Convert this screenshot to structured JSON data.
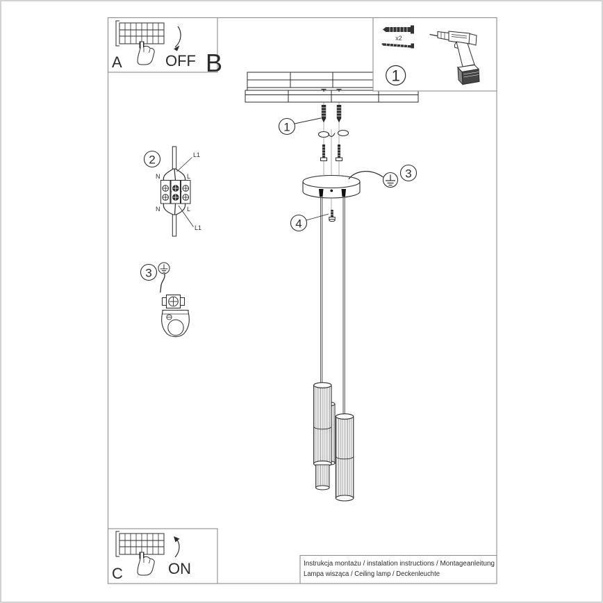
{
  "sheet": {
    "letters": {
      "a": "A",
      "b": "B",
      "c": "C"
    },
    "switch_off": "OFF",
    "switch_on": "ON",
    "parts": {
      "callout": "1",
      "qty": "x2"
    },
    "callouts": {
      "c1": "1",
      "c2": "2",
      "c3_left": "3",
      "c3_right": "3",
      "c4": "4"
    },
    "wiring": {
      "l1_top": "L1",
      "l1_bottom": "L1",
      "n_top": "N",
      "n_bottom": "N",
      "l_top": "L",
      "l_bottom": "L"
    },
    "caption": {
      "line1": "Instrukcja montażu / instalation instructions / Montageanleitung",
      "line2": "Lampa wisząca / Ceiling lamp / Deckenleuchte"
    },
    "colors": {
      "ink": "#2b2b2b",
      "frame": "#8e8e8e",
      "bg": "#ffffff"
    }
  }
}
